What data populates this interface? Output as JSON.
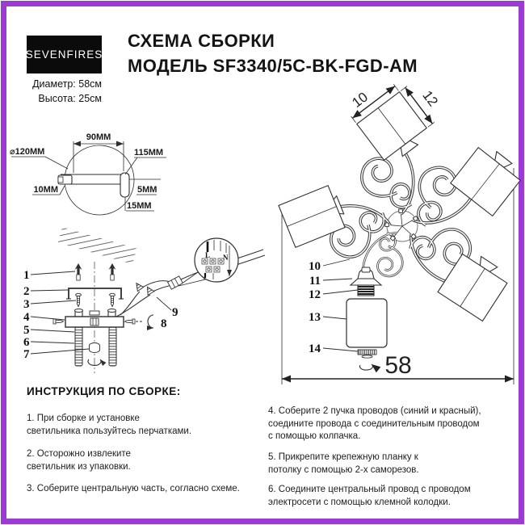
{
  "page": {
    "accent_color": "#9C3BD4",
    "background": "#ffffff",
    "line_color": "#2e2e2e"
  },
  "header": {
    "brand_bold": "SEVEN",
    "brand_light": "FIRES",
    "diameter_label": "Диаметр: 58см",
    "height_label": "Высота: 25см",
    "title_line1": "СХЕМА СБОРКИ",
    "title_line2": "МОДЕЛЬ SF3340/5C-BK-FGD-AM"
  },
  "mount_drawing": {
    "dim_90": "90MM",
    "dim_diameter": "⌀120MM",
    "dim_115": "115MM",
    "dim_10": "10MM",
    "dim_5": "5MM",
    "dim_15": "15MM"
  },
  "assembly_diagram": {
    "part_numbers": [
      "1",
      "2",
      "3",
      "4",
      "5",
      "6",
      "7",
      "8",
      "9"
    ],
    "terminal_live": "L",
    "terminal_neutral": "N"
  },
  "top_view": {
    "part_numbers": [
      "10",
      "11",
      "12",
      "13",
      "14"
    ],
    "dim_shade_width": "10",
    "dim_shade_depth": "12",
    "dim_total_diameter": "58"
  },
  "instructions": {
    "heading": "ИНСТРУКЦИЯ ПО СБОРКЕ:",
    "left": [
      "1. При сборке и установке\nсветильника пользуйтесь перчатками.",
      "2. Осторожно извлеките\nсветильник из упаковки.",
      "3. Соберите центральную часть, согласно схеме."
    ],
    "right": [
      "4. Соберите 2 пучка проводов (синий и красный),\nсоедините провода с соединительным проводом\nс помощью колпачка.",
      "5. Прикрепите крепежную планку к\nпотолку с помощью 2-х саморезов.",
      "6. Соедините центральный провод с проводом\nэлектросети с помощью клемной колодки."
    ]
  }
}
